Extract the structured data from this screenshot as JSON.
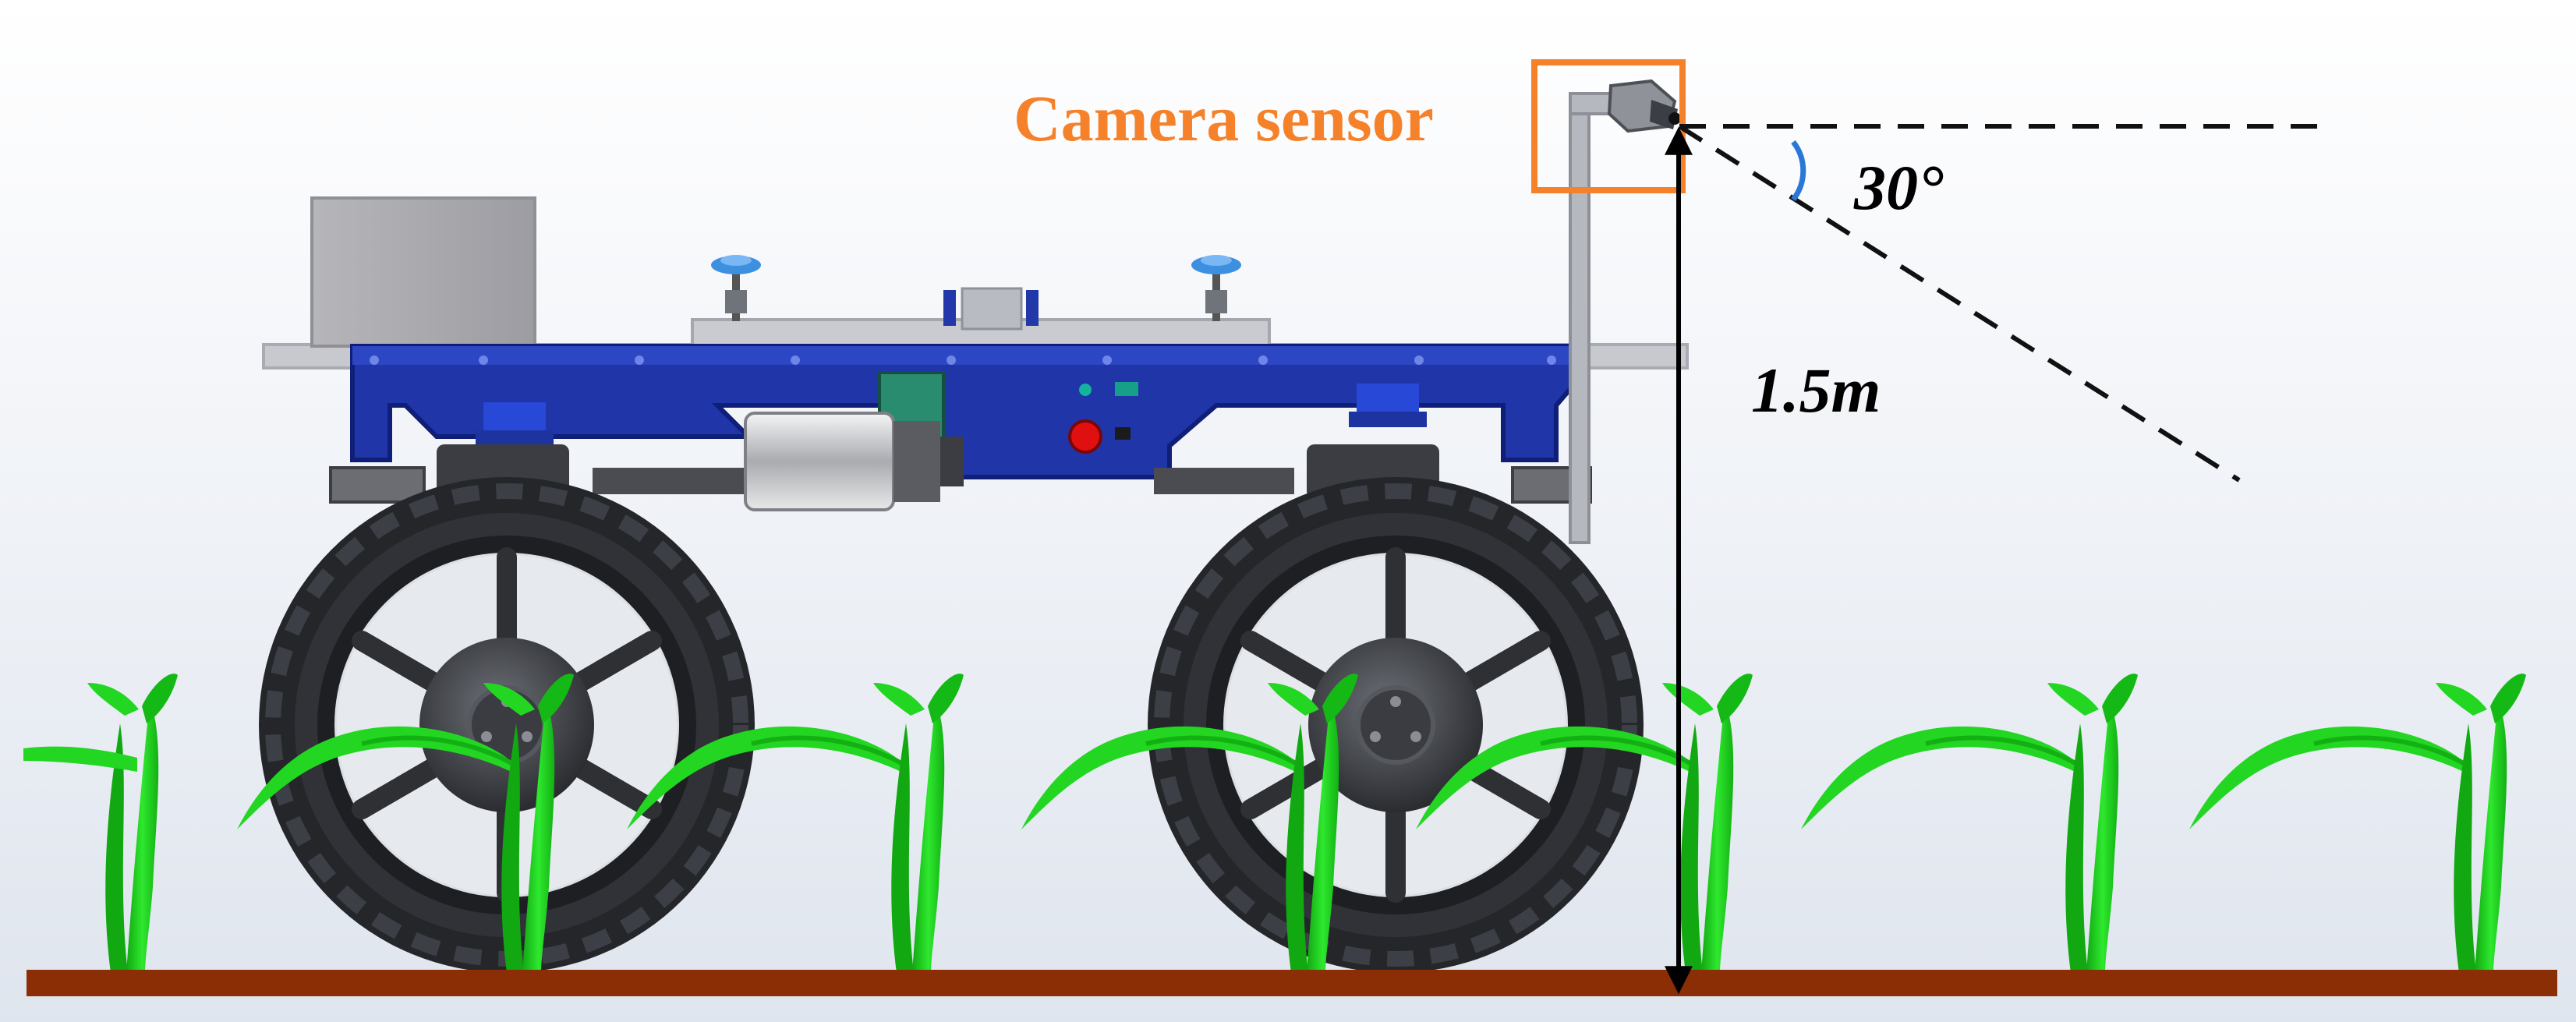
{
  "labels": {
    "camera": "Camera sensor",
    "angle": "30°",
    "height": "1.5m"
  },
  "colors": {
    "background_top": "#ffffff",
    "background_bottom": "#e4e9f1",
    "chassis": "#1f35a8",
    "chassis_dark": "#0f1f77",
    "platform": "#c8c8cc",
    "tire": "#2b2d31",
    "plant": "#22d622",
    "plant_dark": "#11a811",
    "soil": "#8b2d05",
    "highlight_box": "#f5822a",
    "angle_arc": "#2a78d6",
    "sight_lines": "#111111",
    "indicator": "#e01010"
  },
  "icons": {
    "camera": "camera-icon",
    "plant": "corn-seedling-icon",
    "wheel": "tractor-wheel-icon"
  }
}
